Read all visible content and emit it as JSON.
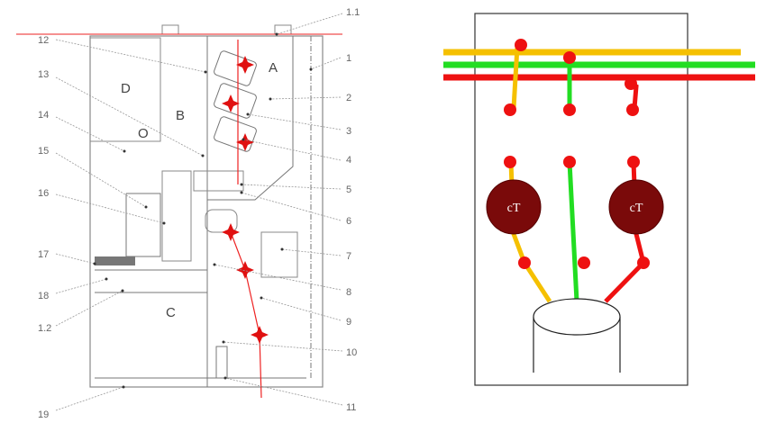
{
  "left_diagram": {
    "compartments": {
      "A": "A",
      "B": "B",
      "C": "C",
      "D": "D",
      "O": "O"
    },
    "labels": {
      "l1_1": "1.1",
      "l12": "12",
      "l1": "1",
      "l13": "13",
      "l2": "2",
      "l14": "14",
      "l3": "3",
      "l15": "15",
      "l4": "4",
      "l16": "16",
      "l5": "5",
      "l6": "6",
      "l17": "17",
      "l7": "7",
      "l18": "18",
      "l8": "8",
      "l1_2": "1.2",
      "l9": "9",
      "l10": "10",
      "l19": "19",
      "l11": "11"
    }
  },
  "right_diagram": {
    "ct_left": "cT",
    "ct_right": "cT",
    "colors": {
      "yellow": "#f5c000",
      "green": "#22dd22",
      "red": "#ee1111",
      "ct_fill": "#7a0a0a"
    }
  }
}
